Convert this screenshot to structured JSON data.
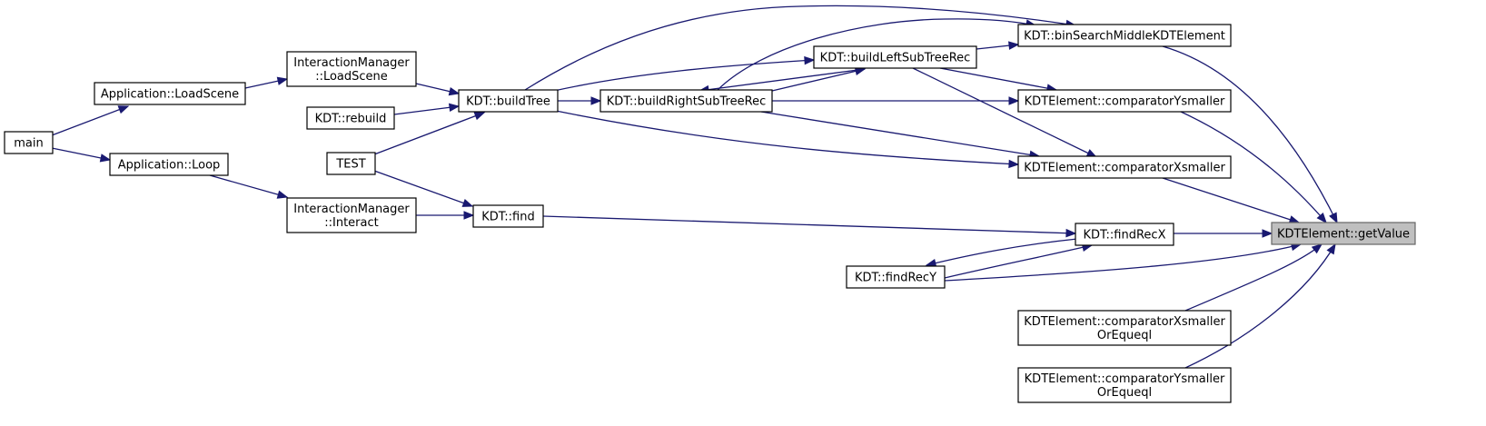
{
  "colors": {
    "edge": "#191970",
    "node_border": "#000000",
    "root_fill": "#bfbfbf",
    "root_border": "#666666",
    "background": "#ffffff"
  },
  "nodes": {
    "main": [
      "main"
    ],
    "app_loadscene": [
      "Application::LoadScene"
    ],
    "app_loop": [
      "Application::Loop"
    ],
    "im_loadscene": [
      "InteractionManager",
      "::LoadScene"
    ],
    "kdt_rebuild": [
      "KDT::rebuild"
    ],
    "test": [
      "TEST"
    ],
    "im_interact": [
      "InteractionManager",
      "::Interact"
    ],
    "kdt_buildtree": [
      "KDT::buildTree"
    ],
    "kdt_find": [
      "KDT::find"
    ],
    "kdt_buildright": [
      "KDT::buildRightSubTreeRec"
    ],
    "kdt_buildleft": [
      "KDT::buildLeftSubTreeRec"
    ],
    "kdt_findrecy": [
      "KDT::findRecY"
    ],
    "kdt_binsearch": [
      "KDT::binSearchMiddleKDTElement"
    ],
    "kdte_cmpy": [
      "KDTElement::comparatorYsmaller"
    ],
    "kdte_cmpx": [
      "KDTElement::comparatorXsmaller"
    ],
    "kdt_findrecx": [
      "KDT::findRecX"
    ],
    "kdte_cmpx_eq": [
      "KDTElement::comparatorXsmaller",
      "OrEqueql"
    ],
    "kdte_cmpy_eq": [
      "KDTElement::comparatorYsmaller",
      "OrEqueql"
    ],
    "kdte_getvalue": [
      "KDTElement::getValue"
    ]
  },
  "root": "kdte_getvalue"
}
